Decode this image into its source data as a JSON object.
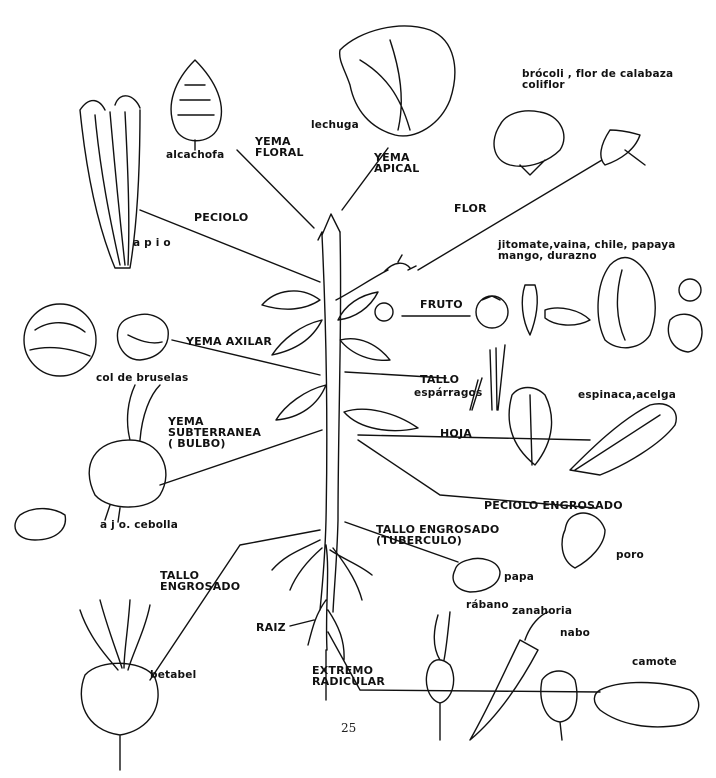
{
  "parts": {
    "yema_floral": "YEMA\nFLORAL",
    "yema_apical": "YEMA\nAPICAL",
    "peciolo": "PECIOLO",
    "flor": "FLOR",
    "fruto": "FRUTO",
    "yema_axilar": "YEMA AXILAR",
    "tallo": "TALLO",
    "yema_subterranea": "YEMA\nSUBTERRANEA\n( BULBO)",
    "hoja": "HOJA",
    "peciolo_engrosado": "PECIOLO ENGROSADO",
    "tallo_engrosado_tuberculo": "TALLO ENGROSADO\n(TUBERCULO)",
    "tallo_engrosado": "TALLO\nENGROSADO",
    "raiz": "RAIZ",
    "extremo_radicular": "EXTREMO\nRADICULAR"
  },
  "vegetables": {
    "alcachofa": "alcachofa",
    "lechuga": "lechuga",
    "brocoli": "brócoli , flor de calabaza\ncoliflor",
    "apio": "a p i o",
    "jitomate": "jitomate,vaina, chile, papaya\nmango, durazno",
    "col": "col de bruselas",
    "esparragos": "espárragos",
    "espinaca": "espinaca,acelga",
    "ajo_cebolla": "a j o. cebolla",
    "poro": "poro",
    "papa": "papa",
    "betabel": "betabel",
    "rabano": "rábano",
    "zanahoria": "zanahoria",
    "nabo": "nabo",
    "camote": "camote"
  },
  "page_number": "25",
  "colors": {
    "ink": "#111111",
    "paper": "#ffffff"
  }
}
